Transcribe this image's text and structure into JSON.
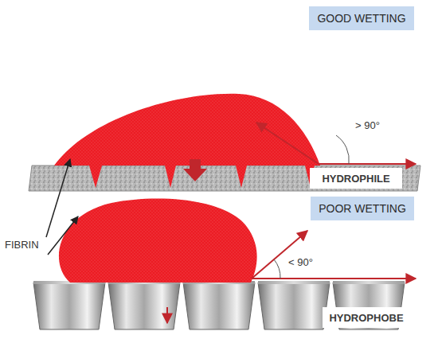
{
  "diagram": {
    "nodes": [
      {
        "text": [
          "GOOD WETTING"
        ]
      },
      {
        "text": [
          "HYDROPHILE"
        ]
      },
      {
        "text": [
          "POOR WETTING"
        ]
      },
      {
        "text": [
          "HYDROPHOBE"
        ]
      }
    ],
    "labels": [
      "> 90°",
      "FIBRIN",
      "< 90°"
    ]
  }
}
